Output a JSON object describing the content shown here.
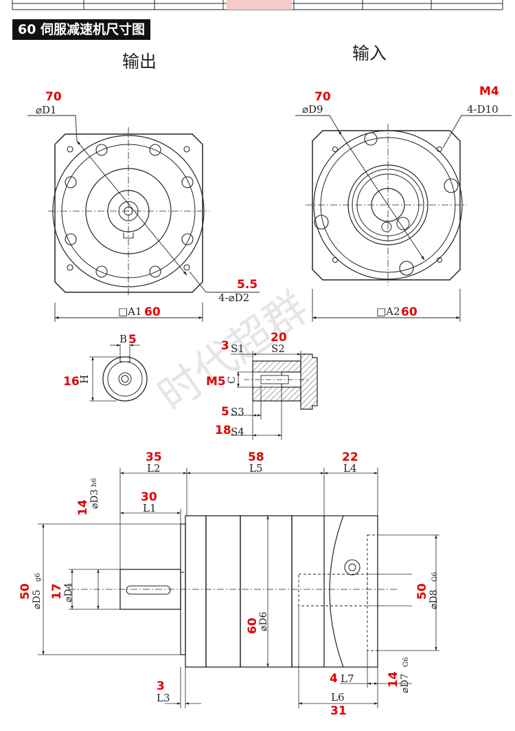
{
  "title": "60 伺服减速机尺寸图",
  "views": {
    "output": "输出",
    "input": "输入"
  },
  "watermark": {
    "text": "时代超群",
    "mark": "®"
  },
  "dims": {
    "D1": {
      "label": "⌀D1",
      "value": "70"
    },
    "D2": {
      "label": "4-⌀D2",
      "value": "5.5"
    },
    "A1": {
      "label": "□A1",
      "value": "60"
    },
    "D9": {
      "label": "⌀D9",
      "value": "70"
    },
    "D10": {
      "label": "4-D10",
      "value": "M4"
    },
    "A2": {
      "label": "□A2",
      "value": "60"
    },
    "B": {
      "label": "B",
      "value": "5"
    },
    "H": {
      "label": "H",
      "value": "16"
    },
    "S1": {
      "label": "S1",
      "value": "3"
    },
    "S2": {
      "label": "S2",
      "value": "20"
    },
    "C": {
      "label": "C",
      "value": "M5"
    },
    "S3": {
      "label": "S3",
      "value": "5"
    },
    "S4": {
      "label": "S4",
      "value": "18"
    },
    "L2": {
      "label": "L2",
      "value": "35"
    },
    "L5": {
      "label": "L5",
      "value": "58"
    },
    "L4": {
      "label": "L4",
      "value": "22"
    },
    "D3": {
      "label": "⌀D3",
      "sub": "h6",
      "value": "14"
    },
    "L1": {
      "label": "L1",
      "value": "30"
    },
    "D5": {
      "label": "⌀D5",
      "sub": "g6",
      "value": "50"
    },
    "D4": {
      "label": "⌀D4",
      "value": "17"
    },
    "D6": {
      "label": "⌀D6",
      "value": "60"
    },
    "D8": {
      "label": "⌀D8",
      "sub": "G6",
      "value": "50"
    },
    "L3": {
      "label": "L3",
      "value": "3"
    },
    "L7": {
      "label": "L7",
      "value": "4"
    },
    "D7": {
      "label": "⌀D7",
      "sub": "G6",
      "value": "14"
    },
    "L6": {
      "label": "L6",
      "value": "31"
    }
  }
}
